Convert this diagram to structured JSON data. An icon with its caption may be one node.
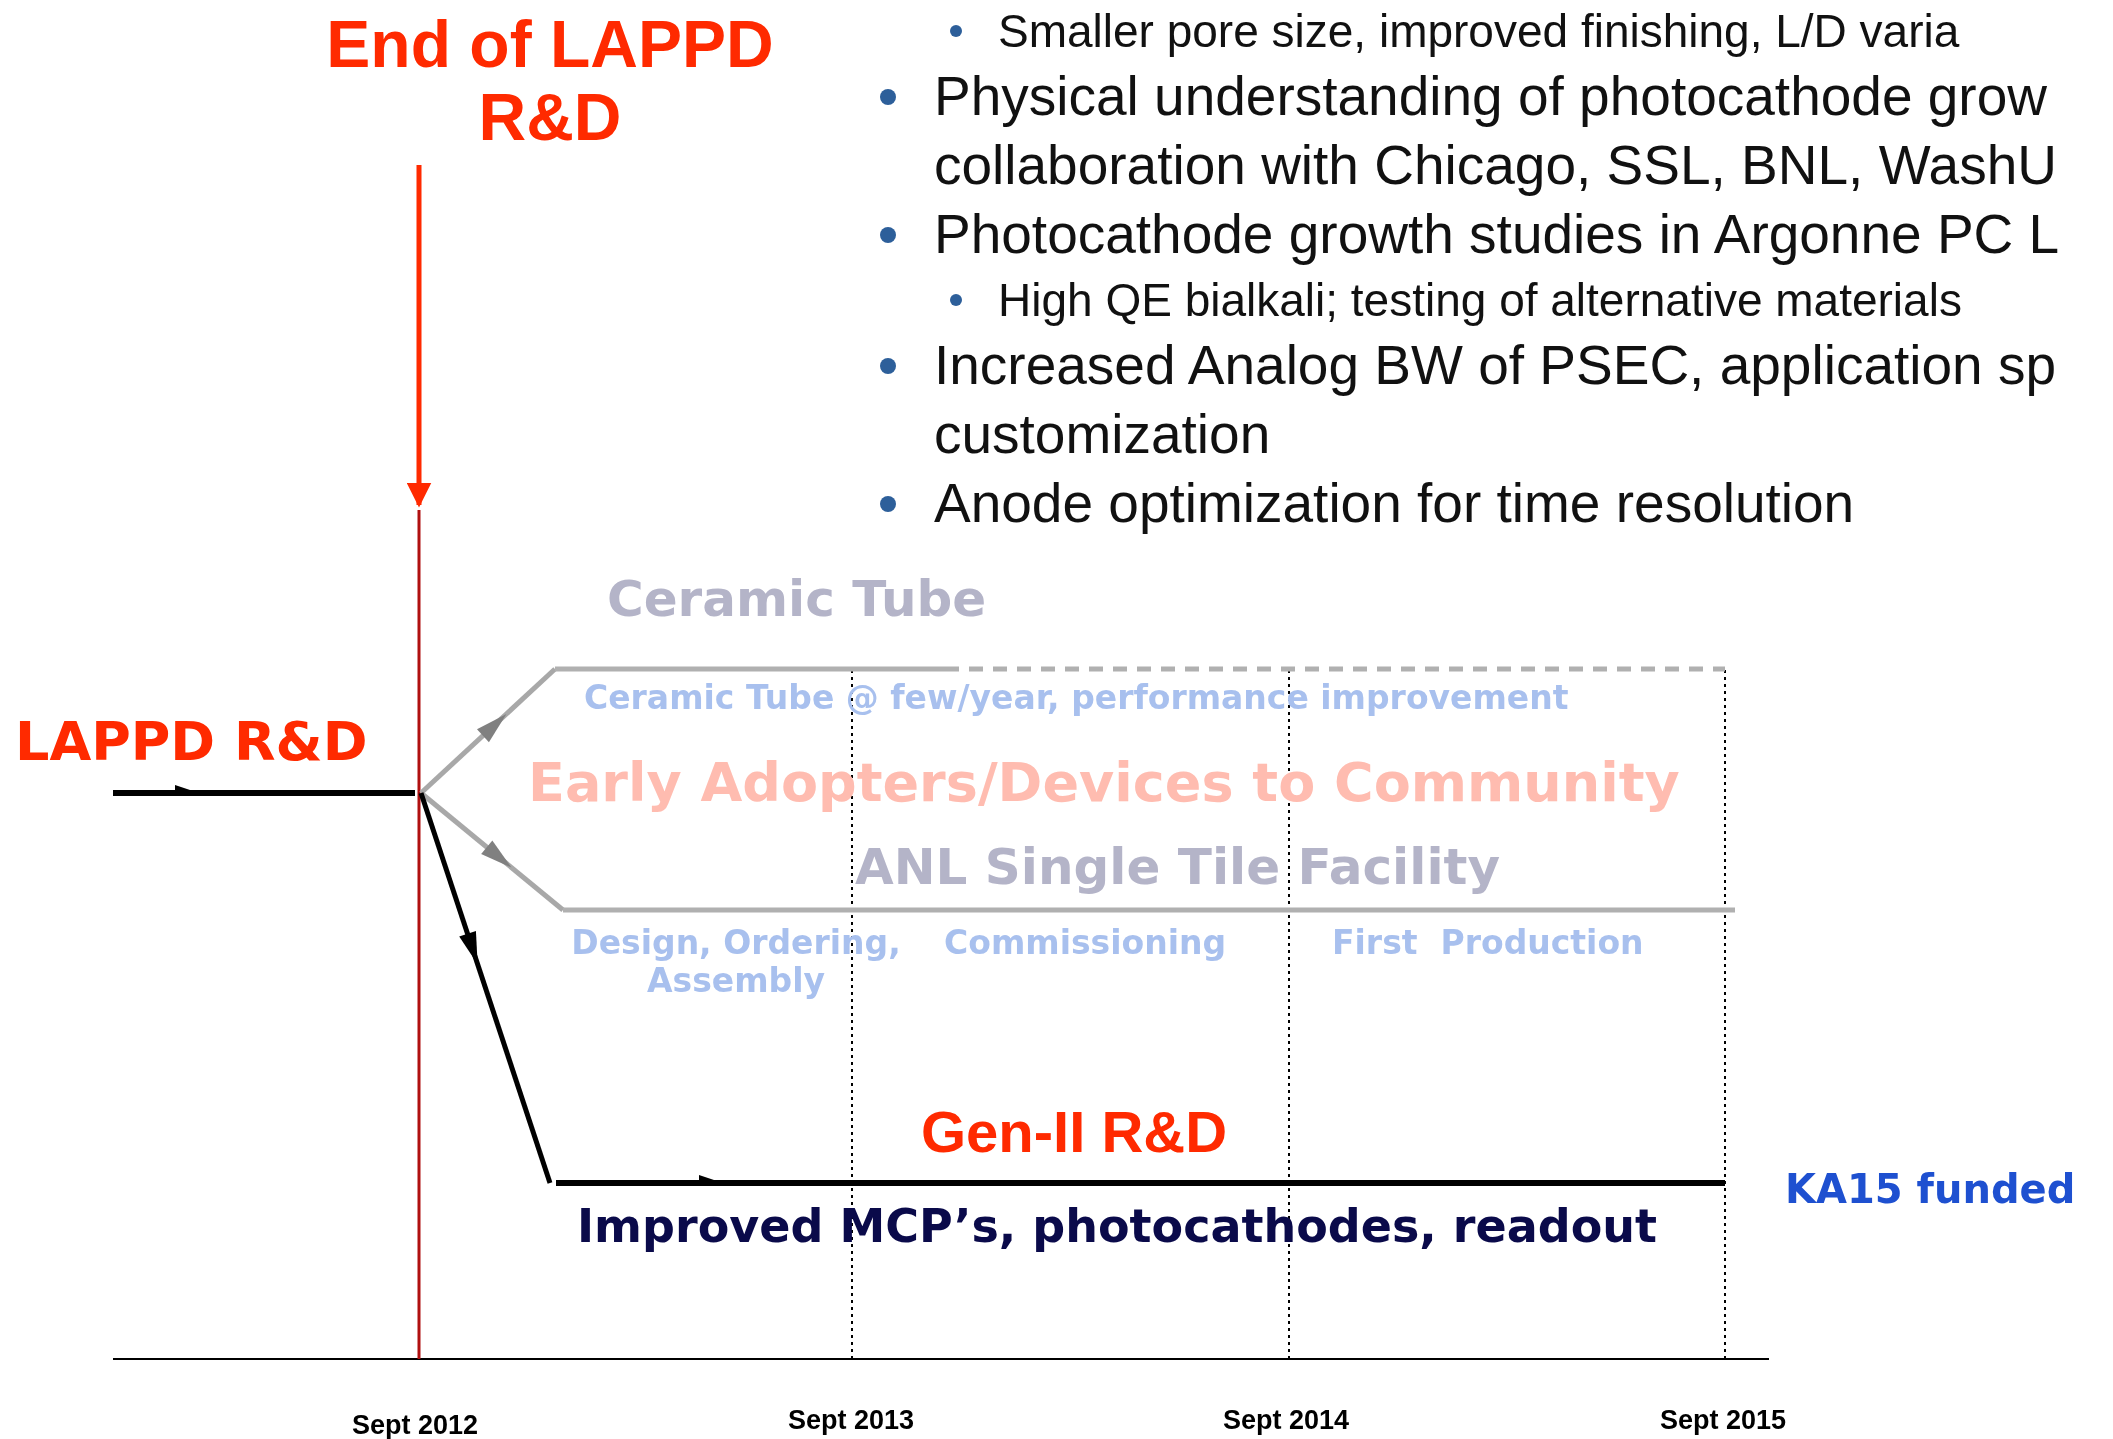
{
  "diagram": {
    "nodes": [
      {
        "text": [
          "End of LAPPD R&D"
        ]
      },
      {
        "text": [
          "LAPPD R&D"
        ]
      },
      {
        "text": [
          "Ceramic Tube"
        ],
        "beside": [
          "Ceramic Tube @ few/year, performance improvement"
        ]
      },
      {
        "text": [
          "ANL Single Tile Facility"
        ],
        "beside": [
          "Design, Ordering, Assembly",
          "Commissioning",
          "First  Production"
        ]
      },
      {
        "text": [
          "Gen-II R&D"
        ],
        "beside": [
          "Improved MCP’s, photocathodes, readout"
        ]
      }
    ],
    "edges": [
      {
        "from": 0,
        "to": null,
        "arrow": "to",
        "color": "#ff2a00"
      },
      {
        "from": 1,
        "to": 2,
        "arrow": "to",
        "color": "#a8a8a8"
      },
      {
        "from": 1,
        "to": 3,
        "arrow": "to",
        "color": "#a8a8a8"
      },
      {
        "from": 1,
        "to": 4,
        "arrow": "to",
        "color": "#000000"
      }
    ],
    "labels": [
      "Smaller pore size, improved finishing, L/D varia",
      "Physical understanding of photocathode grow collaboration with Chicago, SSL, BNL, WashU",
      "Photocathode growth studies in Argonne PC L",
      "High QE bialkali; testing of alternative materials",
      "Increased Analog BW of PSEC, application sp customization",
      "Anode optimization for time resolution",
      "Early Adopters/Devices to Community",
      "KA15 funded",
      "Sept 2012",
      "Sept 2013",
      "Sept 2014",
      "Sept 2015"
    ]
  }
}
